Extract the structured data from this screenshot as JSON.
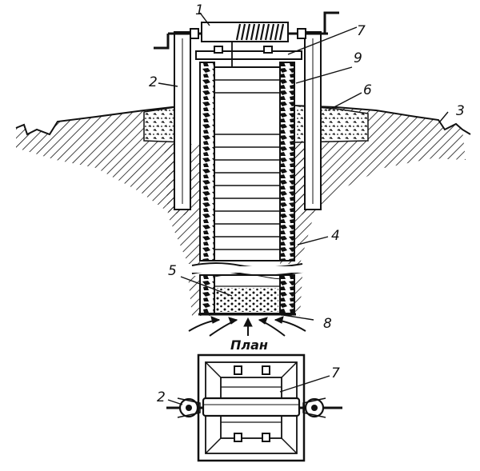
{
  "plan_label": "План",
  "callouts": {
    "c1": "1",
    "c2_section": "2",
    "c3": "3",
    "c4": "4",
    "c5": "5",
    "c6": "6",
    "c7_section": "7",
    "c8": "8",
    "c9": "9",
    "c2_plan": "2",
    "c7_plan": "7"
  }
}
